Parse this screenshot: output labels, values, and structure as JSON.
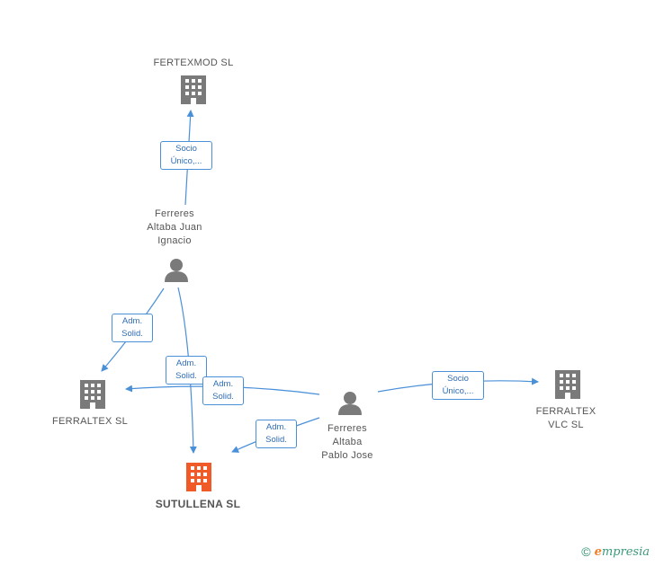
{
  "nodes": {
    "fertexmod": {
      "label": "FERTEXMOD SL",
      "type": "company"
    },
    "juan": {
      "label_lines": [
        "Ferreres",
        "Altaba Juan",
        "Ignacio"
      ],
      "type": "person"
    },
    "ferraltex": {
      "label": "FERRALTEX SL",
      "type": "company"
    },
    "sutullena": {
      "label": "SUTULLENA SL",
      "type": "company-main"
    },
    "pablo": {
      "label_lines": [
        "Ferreres",
        "Altaba",
        "Pablo Jose"
      ],
      "type": "person"
    },
    "ferraltex_vlc": {
      "label_lines": [
        "FERRALTEX",
        "VLC SL"
      ],
      "type": "company"
    }
  },
  "edges": {
    "juan_fertexmod": [
      "Socio",
      "Único,..."
    ],
    "juan_ferraltex": [
      "Adm.",
      "Solid."
    ],
    "juan_sutullena": [
      "Adm.",
      "Solid."
    ],
    "pablo_ferraltex": [
      "Adm.",
      "Solid."
    ],
    "pablo_sutullena": [
      "Adm.",
      "Solid."
    ],
    "pablo_vlc": [
      "Socio",
      "Único,..."
    ]
  },
  "colors": {
    "company": "#7a7a7a",
    "main": "#f05a28",
    "edge": "#4a90d9",
    "person": "#7a7a7a"
  },
  "footer": {
    "copyright": "©",
    "brand_initial": "e",
    "brand_rest": "mpresia"
  }
}
